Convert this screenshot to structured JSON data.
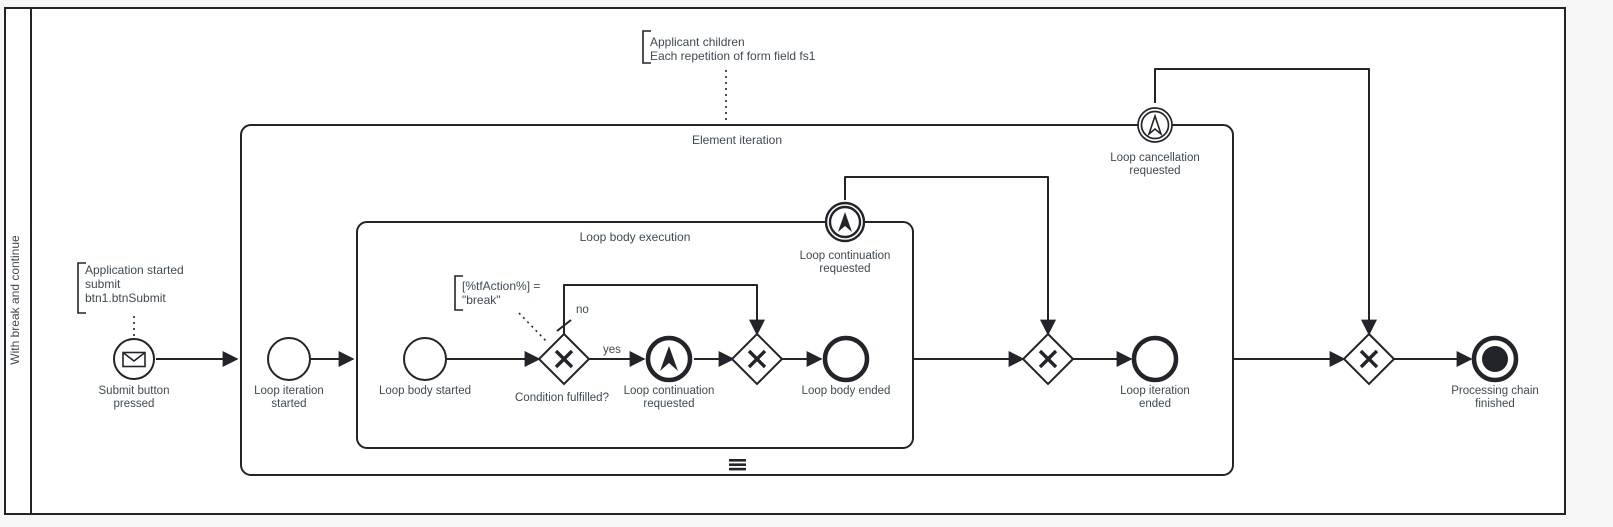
{
  "diagram": {
    "type": "bpmn-process-diagram",
    "pool": {
      "name": "With break and continue",
      "orientation": "vertical-label-left"
    },
    "annotations": [
      {
        "id": "ann-start",
        "lines": [
          "Application started",
          "submit",
          "btn1.btnSubmit"
        ],
        "attached_to": "Submit button pressed"
      },
      {
        "id": "ann-iteration",
        "lines": [
          "Applicant children",
          "Each repetition of form field fs1"
        ],
        "attached_to": "Element iteration"
      },
      {
        "id": "ann-condition",
        "lines": [
          "[%tfAction%] =",
          "\"break\""
        ],
        "attached_to": "Condition fulfilled?"
      }
    ],
    "subprocesses": [
      {
        "id": "sp-element-iteration",
        "label": "Element iteration",
        "marker": "sequential-multi-instance",
        "marker_icon": "three-horizontal-bars"
      },
      {
        "id": "sp-loop-body",
        "label": "Loop body execution",
        "marker": "none"
      }
    ],
    "events": [
      {
        "id": "ev-submit",
        "label": "Submit button pressed",
        "kind": "start",
        "icon": "envelope-icon",
        "icon_name": "message-start-event"
      },
      {
        "id": "ev-loop-iteration-started",
        "label": "Loop iteration started",
        "kind": "start",
        "icon": "none"
      },
      {
        "id": "ev-loop-body-started",
        "label": "Loop body started",
        "kind": "start",
        "icon": "none"
      },
      {
        "id": "ev-loop-continuation-requested-throw",
        "label": "Loop continuation requested",
        "kind": "intermediate-throw",
        "icon": "escalation-arrow-icon"
      },
      {
        "id": "ev-loop-body-ended",
        "label": "Loop body ended",
        "kind": "end",
        "icon": "none"
      },
      {
        "id": "ev-loop-continuation-requested-boundary",
        "label": "Loop continuation requested",
        "kind": "boundary",
        "icon": "escalation-arrow-icon"
      },
      {
        "id": "ev-loop-cancellation-requested-boundary",
        "label": "Loop cancellation requested",
        "kind": "boundary",
        "icon": "escalation-arrow-icon"
      },
      {
        "id": "ev-loop-iteration-ended",
        "label": "Loop iteration ended",
        "kind": "end",
        "icon": "none"
      },
      {
        "id": "ev-processing-chain-finished",
        "label": "Processing chain finished",
        "kind": "terminate-end",
        "icon": "filled-circle-icon"
      }
    ],
    "gateways": [
      {
        "id": "gw-condition",
        "label": "Condition fulfilled?",
        "kind": "exclusive",
        "icon": "x-icon"
      },
      {
        "id": "gw-merge-body",
        "label": "",
        "kind": "exclusive",
        "icon": "x-icon"
      },
      {
        "id": "gw-merge-iteration",
        "label": "",
        "kind": "exclusive",
        "icon": "x-icon"
      },
      {
        "id": "gw-merge-final",
        "label": "",
        "kind": "exclusive",
        "icon": "x-icon"
      }
    ],
    "flow_labels": [
      {
        "id": "flow-no",
        "text": "no",
        "from": "gw-condition",
        "default": true
      },
      {
        "id": "flow-yes",
        "text": "yes",
        "from": "gw-condition",
        "default": false
      }
    ]
  }
}
